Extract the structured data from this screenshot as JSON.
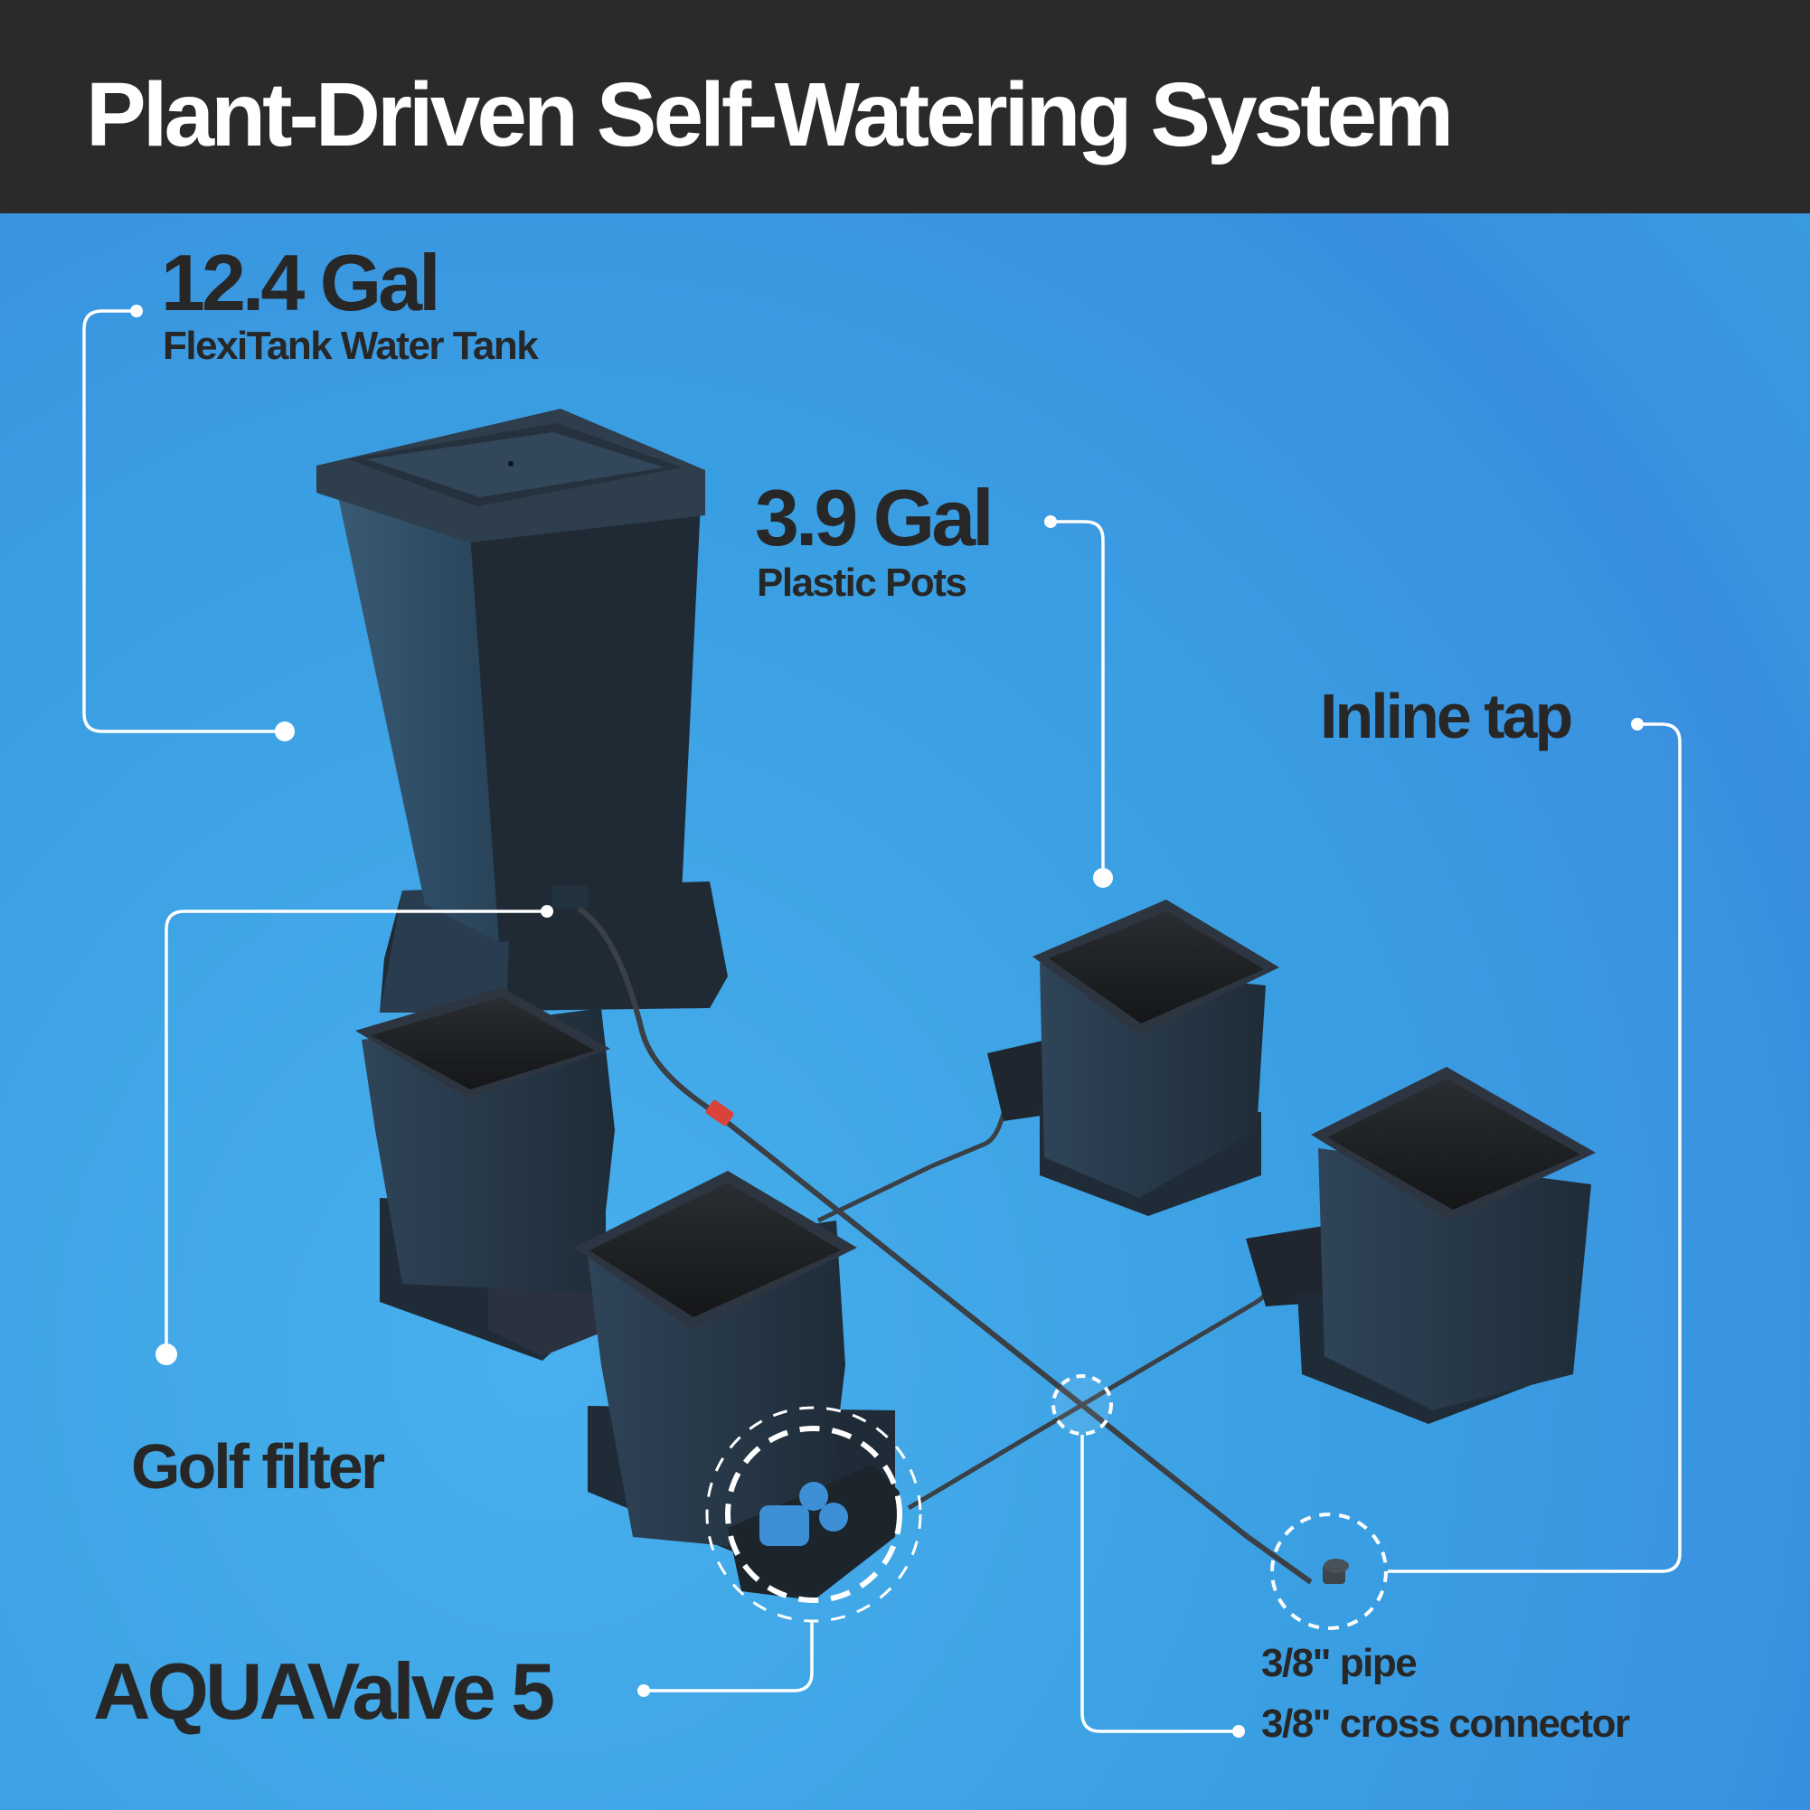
{
  "header": {
    "title": "Plant-Driven Self-Watering System",
    "background": "#2a2a2a"
  },
  "theme": {
    "background": "#389fe0",
    "text": "#272727",
    "leader_lines": "#ffffff",
    "accent_valve": "#3d8fd6",
    "accent_connector": "#d9433a"
  },
  "callouts": {
    "tank": {
      "value": "12.4 Gal",
      "label": "FlexiTank Water Tank"
    },
    "pots": {
      "value": "3.9 Gal",
      "label": "Plastic Pots"
    },
    "inline_tap": {
      "label": "Inline tap"
    },
    "golf_filter": {
      "label": "Golf filter"
    },
    "aquavalve": {
      "label": "AQUAValve 5"
    },
    "pipe": {
      "line1": "3/8\" pipe",
      "line2": "3/8\" cross connector"
    }
  },
  "illustration": {
    "components": [
      "water-tank",
      "tank-stand",
      "plastic-pot",
      "plastic-pot",
      "plastic-pot",
      "plastic-pot",
      "aquavalve-tray",
      "feed-pipe",
      "inline-tap",
      "cross-connector",
      "red-connector"
    ]
  }
}
